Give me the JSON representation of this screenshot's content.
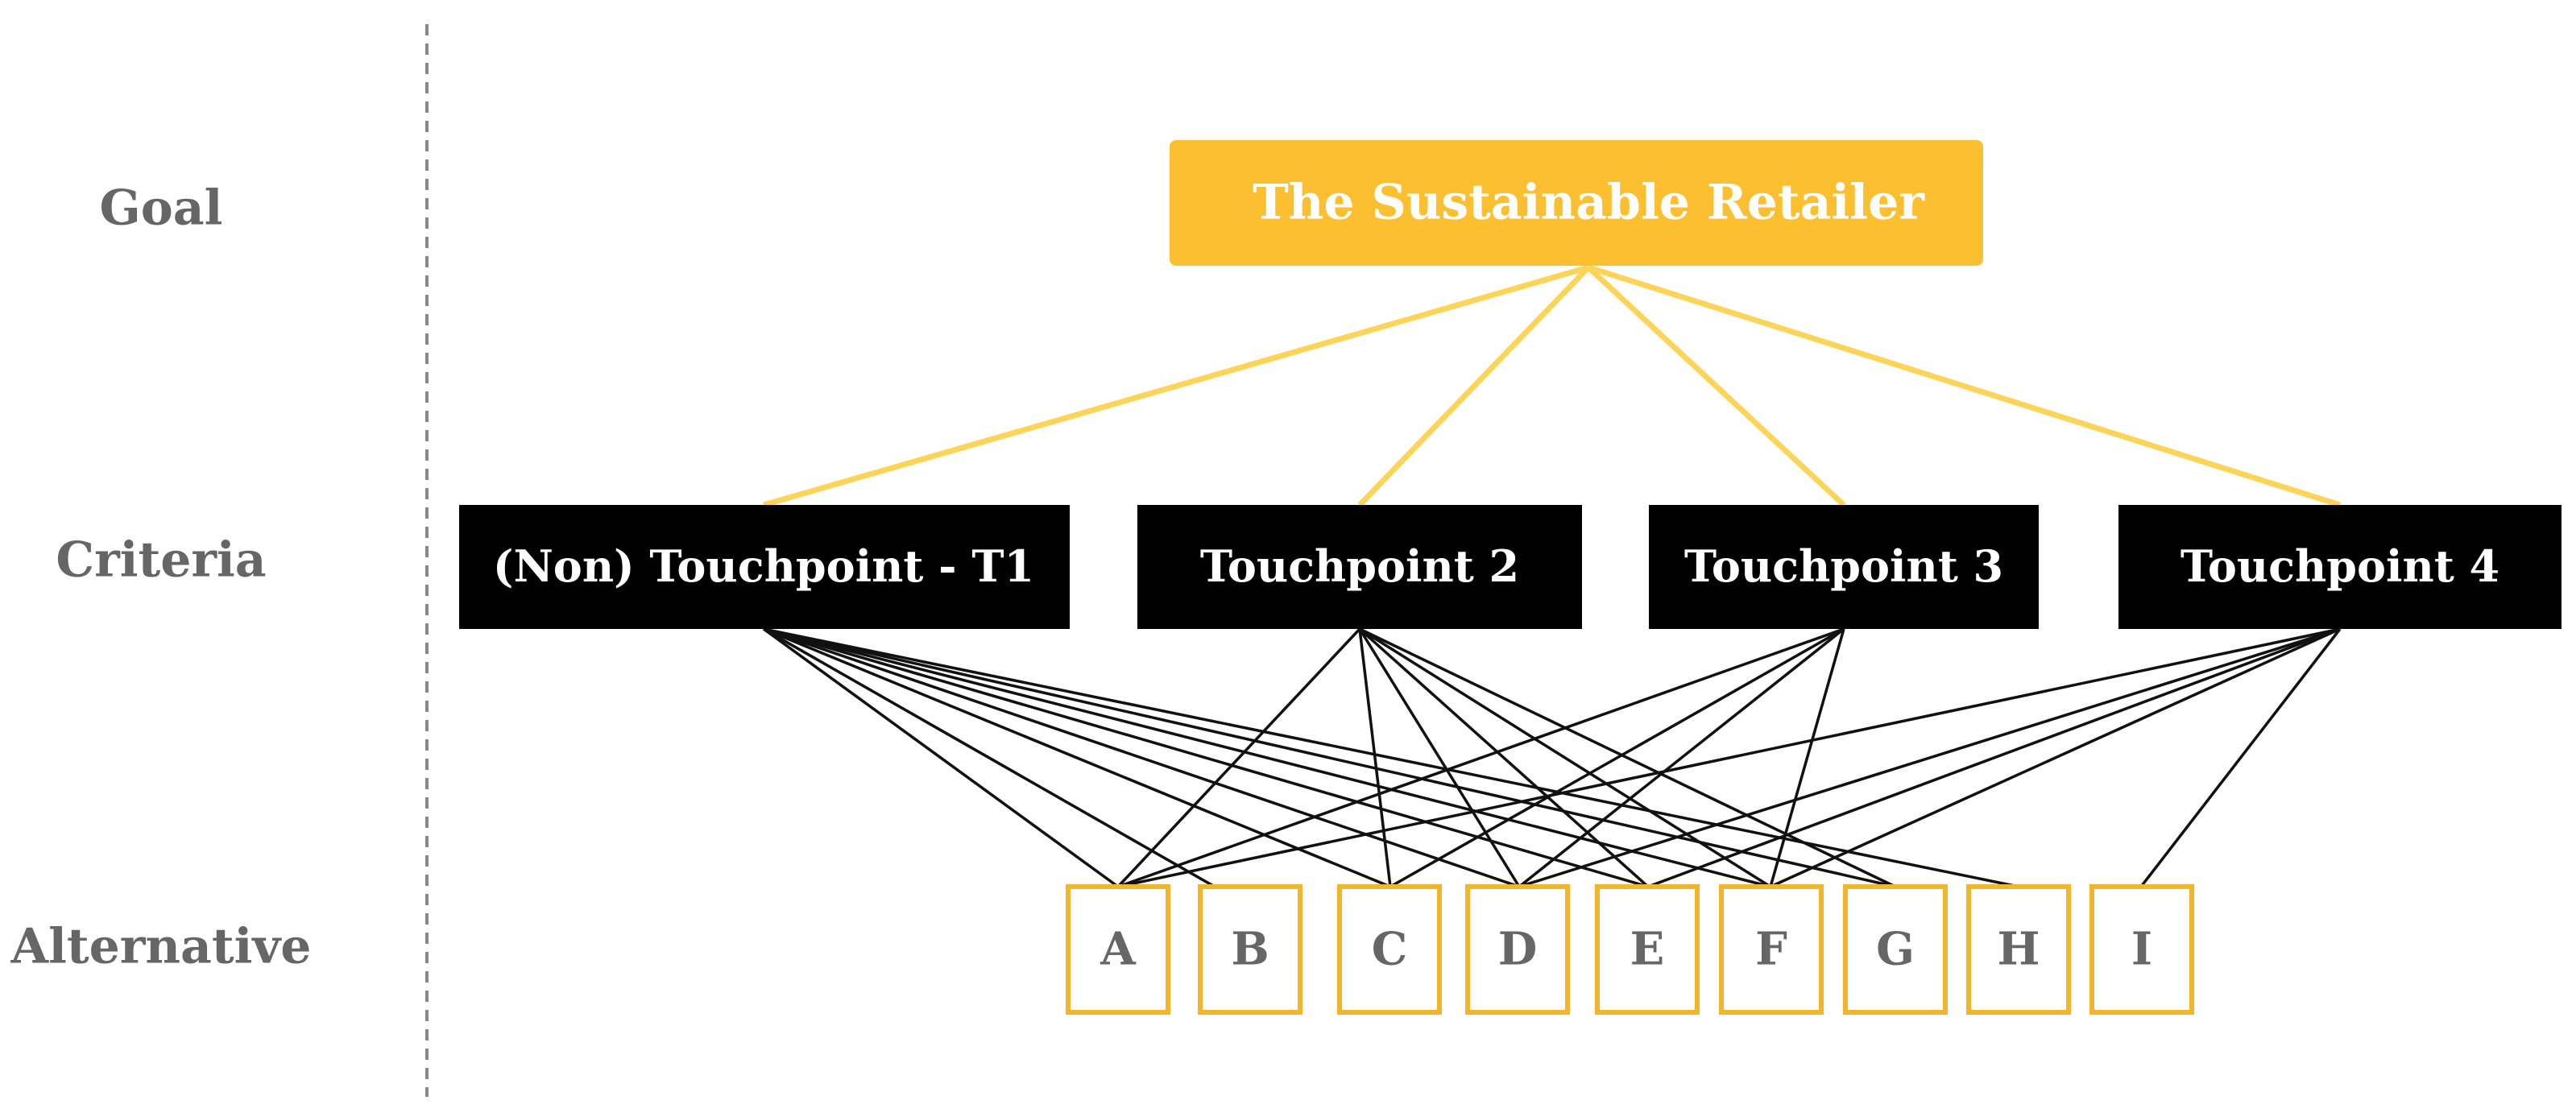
{
  "levels": {
    "goal": "Goal",
    "criteria": "Criteria",
    "alternative": "Alternative"
  },
  "goal": {
    "label": "The Sustainable Retailer"
  },
  "criteria": [
    {
      "id": "T1",
      "label": "(Non) Touchpoint - T1"
    },
    {
      "id": "T2",
      "label": "Touchpoint 2"
    },
    {
      "id": "T3",
      "label": "Touchpoint 3"
    },
    {
      "id": "T4",
      "label": "Touchpoint 4"
    }
  ],
  "alternatives": [
    {
      "id": "A",
      "label": "A"
    },
    {
      "id": "B",
      "label": "B"
    },
    {
      "id": "C",
      "label": "C"
    },
    {
      "id": "D",
      "label": "D"
    },
    {
      "id": "E",
      "label": "E"
    },
    {
      "id": "F",
      "label": "F"
    },
    {
      "id": "G",
      "label": "G"
    },
    {
      "id": "H",
      "label": "H"
    },
    {
      "id": "I",
      "label": "I"
    }
  ],
  "goal_links": [
    "T1",
    "T2",
    "T3",
    "T4"
  ],
  "criteria_links": {
    "T1": [
      "A",
      "B",
      "C",
      "D",
      "E",
      "F",
      "G",
      "H"
    ],
    "T2": [
      "A",
      "C",
      "D",
      "E",
      "F",
      "G"
    ],
    "T3": [
      "A",
      "C",
      "D",
      "F"
    ],
    "T4": [
      "A",
      "D",
      "E",
      "F",
      "I"
    ]
  },
  "colors": {
    "goal_fill": "#FBBF2F",
    "goal_link": "#FCD558",
    "criteria_fill": "#000000",
    "criteria_link": "#111111",
    "alt_border": "#F2B52B",
    "label_text": "#666666",
    "divider": "#888888"
  }
}
